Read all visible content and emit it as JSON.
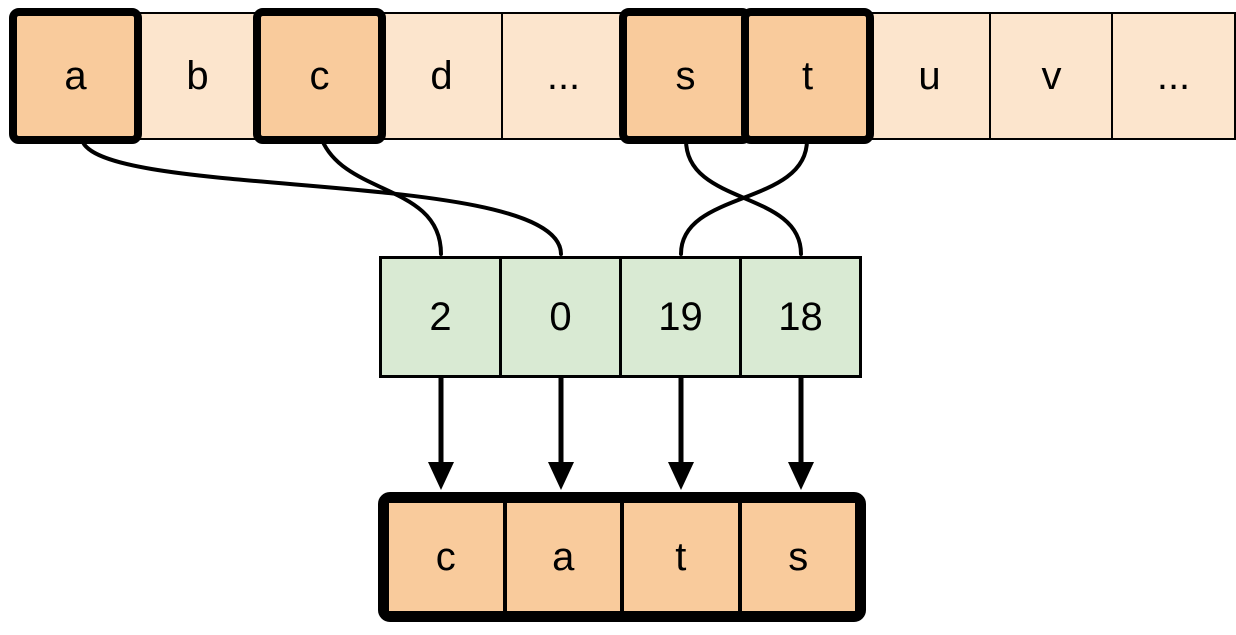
{
  "figure": {
    "description": "Diagram mapping highlighted alphabet letters to their numeric indices, which index into the word cats"
  },
  "alphabet_row": {
    "cells": [
      {
        "label": "a",
        "highlighted": true
      },
      {
        "label": "b",
        "highlighted": false
      },
      {
        "label": "c",
        "highlighted": true
      },
      {
        "label": "d",
        "highlighted": false
      },
      {
        "label": "...",
        "highlighted": false
      },
      {
        "label": "s",
        "highlighted": true
      },
      {
        "label": "t",
        "highlighted": true
      },
      {
        "label": "u",
        "highlighted": false
      },
      {
        "label": "v",
        "highlighted": false
      },
      {
        "label": "...",
        "highlighted": false
      }
    ]
  },
  "index_row": {
    "cells": [
      {
        "label": "2"
      },
      {
        "label": "0"
      },
      {
        "label": "19"
      },
      {
        "label": "18"
      }
    ]
  },
  "word_row": {
    "cells": [
      {
        "label": "c"
      },
      {
        "label": "a"
      },
      {
        "label": "t"
      },
      {
        "label": "s"
      }
    ]
  },
  "connections": [
    {
      "from_letter": "a",
      "to_index": "0"
    },
    {
      "from_letter": "c",
      "to_index": "2"
    },
    {
      "from_letter": "s",
      "to_index": "18"
    },
    {
      "from_letter": "t",
      "to_index": "19"
    }
  ],
  "colors": {
    "alphabet_fill": "#fce5cd",
    "highlight_fill": "#f9cb9c",
    "index_fill": "#d9ead3",
    "word_fill": "#f9cb9c",
    "line": "#000000"
  }
}
